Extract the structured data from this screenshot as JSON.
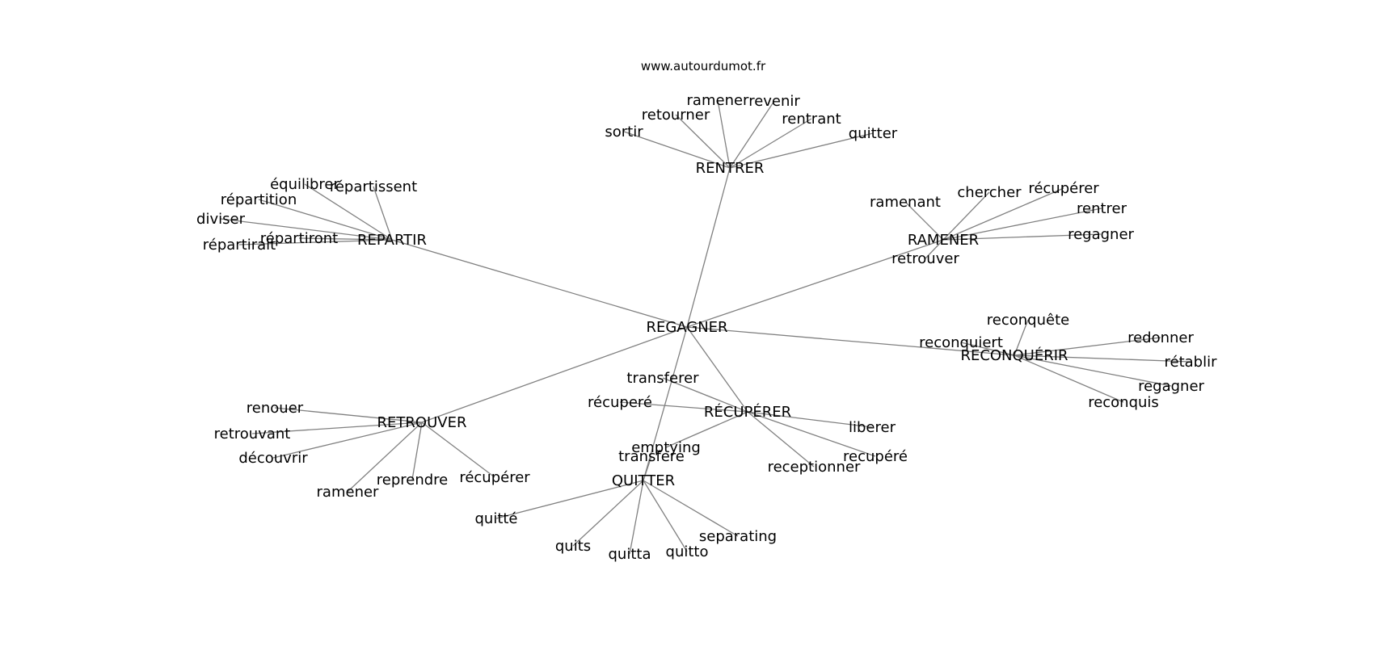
{
  "source": "www.autourdumot.fr",
  "colors": {
    "edge": "#808080",
    "text": "#000000",
    "background": "#ffffff"
  },
  "center": "REGAGNER",
  "clusters": [
    {
      "hub": "RENTRER",
      "words": [
        "sortir",
        "retourner",
        "ramener",
        "revenir",
        "rentrant",
        "quitter"
      ]
    },
    {
      "hub": "REPARTIR",
      "words": [
        "équilibrer",
        "répartissent",
        "répartition",
        "diviser",
        "répartiront",
        "répartirait"
      ]
    },
    {
      "hub": "RAMENER",
      "words": [
        "ramenant",
        "chercher",
        "récupérer",
        "rentrer",
        "regagner",
        "retrouver"
      ]
    },
    {
      "hub": "RECONQUÉRIR",
      "words": [
        "reconquête",
        "redonner",
        "reconquiert",
        "rétablir",
        "regagner",
        "reconquis"
      ]
    },
    {
      "hub": "RÉCUPÉRER",
      "words": [
        "transferer",
        "récuperé",
        "liberer",
        "recupéré",
        "receptionner",
        "emptying"
      ]
    },
    {
      "hub": "RETROUVER",
      "words": [
        "renouer",
        "retrouvant",
        "découvrir",
        "ramener",
        "reprendre",
        "récupérer"
      ]
    },
    {
      "hub": "QUITTER",
      "words": [
        "transfere",
        "quitté",
        "quits",
        "quitta",
        "quitto",
        "separating"
      ]
    }
  ]
}
